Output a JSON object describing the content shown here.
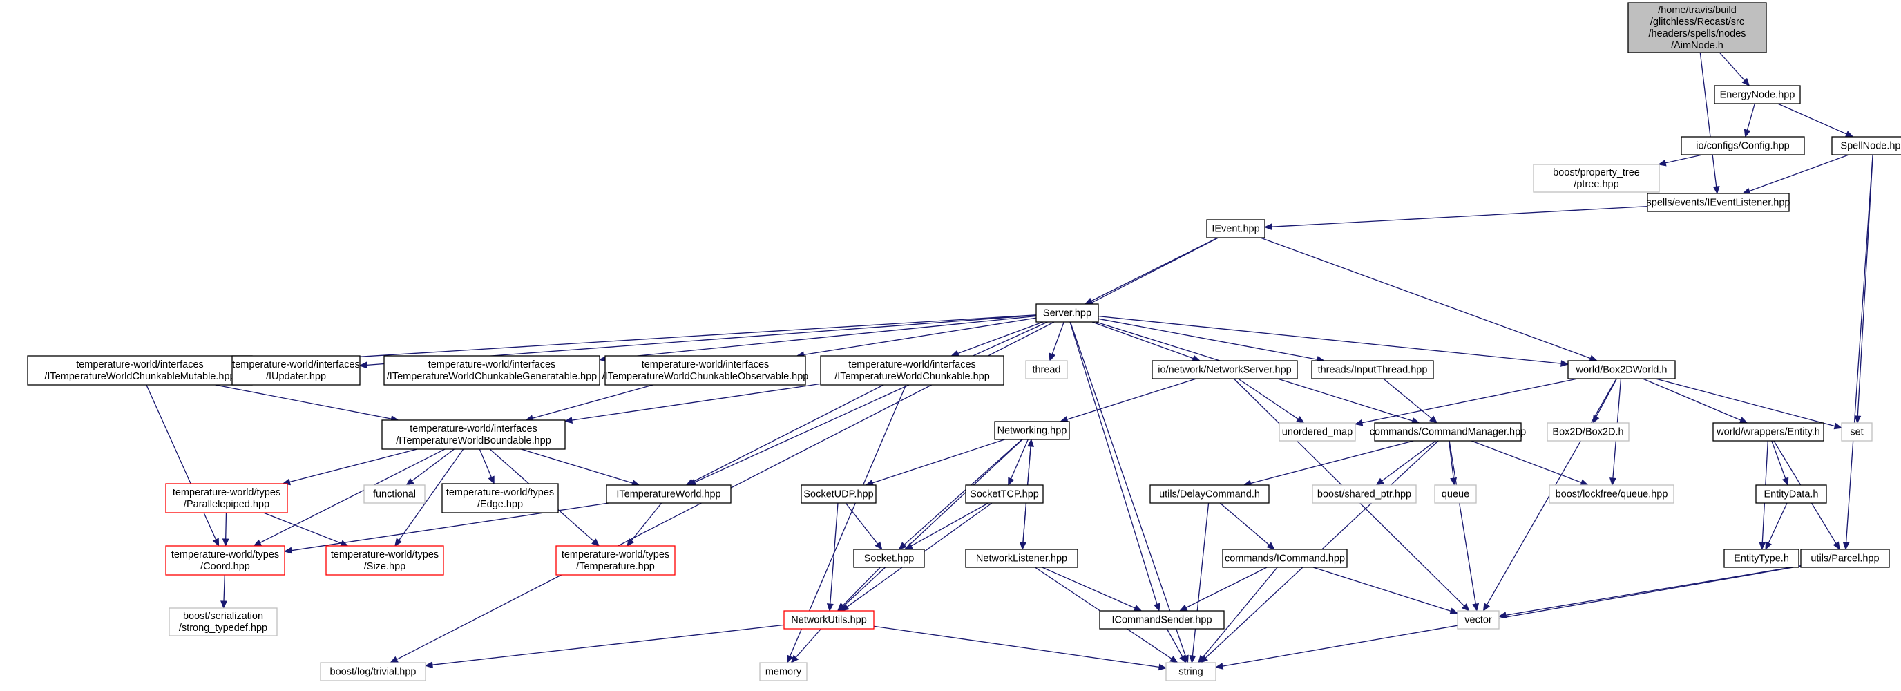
{
  "nodes": [
    {
      "id": "aimnode",
      "kind": "root",
      "lines": [
        "/home/travis/build",
        "/glitchless/Recast/src",
        "/headers/spells/nodes",
        "/AimNode.h"
      ]
    },
    {
      "id": "energynode",
      "kind": "normal",
      "lines": [
        "EnergyNode.hpp"
      ]
    },
    {
      "id": "config",
      "kind": "normal",
      "lines": [
        "io/configs/Config.hpp"
      ]
    },
    {
      "id": "spellnode",
      "kind": "normal",
      "lines": [
        "SpellNode.hpp"
      ]
    },
    {
      "id": "ptree",
      "kind": "system",
      "lines": [
        "boost/property_tree",
        "/ptree.hpp"
      ]
    },
    {
      "id": "ieventlistener",
      "kind": "normal",
      "lines": [
        "spells/events/IEventListener.hpp"
      ]
    },
    {
      "id": "ievent",
      "kind": "normal",
      "lines": [
        "IEvent.hpp"
      ]
    },
    {
      "id": "server",
      "kind": "normal",
      "lines": [
        "Server.hpp"
      ]
    },
    {
      "id": "chunkmutable",
      "kind": "normal",
      "lines": [
        "temperature-world/interfaces",
        "/ITemperatureWorldChunkableMutable.hpp"
      ]
    },
    {
      "id": "iupdater",
      "kind": "normal",
      "lines": [
        "temperature-world/interfaces",
        "/IUpdater.hpp"
      ]
    },
    {
      "id": "chunkgen",
      "kind": "normal",
      "lines": [
        "temperature-world/interfaces",
        "/ITemperatureWorldChunkableGeneratable.hpp"
      ]
    },
    {
      "id": "chunkobs",
      "kind": "normal",
      "lines": [
        "temperature-world/interfaces",
        "/ITemperatureWorldChunkableObservable.hpp"
      ]
    },
    {
      "id": "chunkable",
      "kind": "normal",
      "lines": [
        "temperature-world/interfaces",
        "/ITemperatureWorldChunkable.hpp"
      ]
    },
    {
      "id": "thread",
      "kind": "system",
      "lines": [
        "thread"
      ]
    },
    {
      "id": "netserver",
      "kind": "normal",
      "lines": [
        "io/network/NetworkServer.hpp"
      ]
    },
    {
      "id": "inputthread",
      "kind": "normal",
      "lines": [
        "threads/InputThread.hpp"
      ]
    },
    {
      "id": "box2dworld",
      "kind": "normal",
      "lines": [
        "world/Box2DWorld.h"
      ]
    },
    {
      "id": "boundable",
      "kind": "normal",
      "lines": [
        "temperature-world/interfaces",
        "/ITemperatureWorldBoundable.hpp"
      ]
    },
    {
      "id": "networking",
      "kind": "normal",
      "lines": [
        "Networking.hpp"
      ]
    },
    {
      "id": "unorderedmap",
      "kind": "system",
      "lines": [
        "unordered_map"
      ]
    },
    {
      "id": "cmdmanager",
      "kind": "normal",
      "lines": [
        "commands/CommandManager.hpp"
      ]
    },
    {
      "id": "box2dh",
      "kind": "system",
      "lines": [
        "Box2D/Box2D.h"
      ]
    },
    {
      "id": "entity",
      "kind": "normal",
      "lines": [
        "world/wrappers/Entity.h"
      ]
    },
    {
      "id": "set",
      "kind": "system",
      "lines": [
        "set"
      ]
    },
    {
      "id": "parallelepiped",
      "kind": "trunc",
      "lines": [
        "temperature-world/types",
        "/Parallelepiped.hpp"
      ]
    },
    {
      "id": "functional",
      "kind": "system",
      "lines": [
        "functional"
      ]
    },
    {
      "id": "edge",
      "kind": "normal",
      "lines": [
        "temperature-world/types",
        "/Edge.hpp"
      ]
    },
    {
      "id": "itworld",
      "kind": "normal",
      "lines": [
        "ITemperatureWorld.hpp"
      ]
    },
    {
      "id": "socketudp",
      "kind": "normal",
      "lines": [
        "SocketUDP.hpp"
      ]
    },
    {
      "id": "sockettcp",
      "kind": "normal",
      "lines": [
        "SocketTCP.hpp"
      ]
    },
    {
      "id": "delaycmd",
      "kind": "normal",
      "lines": [
        "utils/DelayCommand.h"
      ]
    },
    {
      "id": "sharedptr",
      "kind": "system",
      "lines": [
        "boost/shared_ptr.hpp"
      ]
    },
    {
      "id": "queue",
      "kind": "system",
      "lines": [
        "queue"
      ]
    },
    {
      "id": "lockfree",
      "kind": "system",
      "lines": [
        "boost/lockfree/queue.hpp"
      ]
    },
    {
      "id": "entitydata",
      "kind": "normal",
      "lines": [
        "EntityData.h"
      ]
    },
    {
      "id": "coord",
      "kind": "trunc",
      "lines": [
        "temperature-world/types",
        "/Coord.hpp"
      ]
    },
    {
      "id": "size",
      "kind": "trunc",
      "lines": [
        "temperature-world/types",
        "/Size.hpp"
      ]
    },
    {
      "id": "temperature",
      "kind": "trunc",
      "lines": [
        "temperature-world/types",
        "/Temperature.hpp"
      ]
    },
    {
      "id": "sockethpp",
      "kind": "normal",
      "lines": [
        "Socket.hpp"
      ]
    },
    {
      "id": "netlistener",
      "kind": "normal",
      "lines": [
        "NetworkListener.hpp"
      ]
    },
    {
      "id": "icommand",
      "kind": "normal",
      "lines": [
        "commands/ICommand.hpp"
      ]
    },
    {
      "id": "entitytype",
      "kind": "normal",
      "lines": [
        "EntityType.h"
      ]
    },
    {
      "id": "parcel",
      "kind": "normal",
      "lines": [
        "utils/Parcel.hpp"
      ]
    },
    {
      "id": "strongtypedef",
      "kind": "system",
      "lines": [
        "boost/serialization",
        "/strong_typedef.hpp"
      ]
    },
    {
      "id": "netutils",
      "kind": "trunc",
      "lines": [
        "NetworkUtils.hpp"
      ]
    },
    {
      "id": "icmdsender",
      "kind": "normal",
      "lines": [
        "ICommandSender.hpp"
      ]
    },
    {
      "id": "vector",
      "kind": "system",
      "lines": [
        "vector"
      ]
    },
    {
      "id": "trivial",
      "kind": "system",
      "lines": [
        "boost/log/trivial.hpp"
      ]
    },
    {
      "id": "memory",
      "kind": "system",
      "lines": [
        "memory"
      ]
    },
    {
      "id": "string",
      "kind": "system",
      "lines": [
        "string"
      ]
    }
  ],
  "edges": [
    [
      "aimnode",
      "energynode"
    ],
    [
      "aimnode",
      "ieventlistener"
    ],
    [
      "energynode",
      "config"
    ],
    [
      "energynode",
      "spellnode"
    ],
    [
      "config",
      "ptree"
    ],
    [
      "spellnode",
      "ieventlistener"
    ],
    [
      "spellnode",
      "set"
    ],
    [
      "spellnode",
      "parcel"
    ],
    [
      "ieventlistener",
      "ievent"
    ],
    [
      "ievent",
      "server"
    ],
    [
      "ievent",
      "box2dworld"
    ],
    [
      "ievent",
      "trivial"
    ],
    [
      "server",
      "chunkmutable"
    ],
    [
      "server",
      "iupdater"
    ],
    [
      "server",
      "chunkgen"
    ],
    [
      "server",
      "chunkobs"
    ],
    [
      "server",
      "chunkable"
    ],
    [
      "server",
      "thread"
    ],
    [
      "server",
      "netserver"
    ],
    [
      "server",
      "inputthread"
    ],
    [
      "server",
      "box2dworld"
    ],
    [
      "server",
      "cmdmanager"
    ],
    [
      "server",
      "itworld"
    ],
    [
      "server",
      "icmdsender"
    ],
    [
      "server",
      "string"
    ],
    [
      "chunkmutable",
      "boundable"
    ],
    [
      "chunkmutable",
      "coord"
    ],
    [
      "chunkobs",
      "boundable"
    ],
    [
      "chunkable",
      "boundable"
    ],
    [
      "chunkable",
      "itworld"
    ],
    [
      "chunkable",
      "memory"
    ],
    [
      "netserver",
      "networking"
    ],
    [
      "netserver",
      "unorderedmap"
    ],
    [
      "netserver",
      "vector"
    ],
    [
      "inputthread",
      "cmdmanager"
    ],
    [
      "box2dworld",
      "unorderedmap"
    ],
    [
      "box2dworld",
      "box2dh"
    ],
    [
      "box2dworld",
      "lockfree"
    ],
    [
      "box2dworld",
      "entity"
    ],
    [
      "box2dworld",
      "set"
    ],
    [
      "box2dworld",
      "vector"
    ],
    [
      "boundable",
      "parallelepiped"
    ],
    [
      "boundable",
      "functional"
    ],
    [
      "boundable",
      "edge"
    ],
    [
      "boundable",
      "itworld"
    ],
    [
      "boundable",
      "coord"
    ],
    [
      "boundable",
      "size"
    ],
    [
      "boundable",
      "temperature"
    ],
    [
      "networking",
      "socketudp"
    ],
    [
      "networking",
      "sockettcp"
    ],
    [
      "networking",
      "sockethpp"
    ],
    [
      "networking",
      "netlistener"
    ],
    [
      "networking",
      "netutils"
    ],
    [
      "cmdmanager",
      "delaycmd"
    ],
    [
      "cmdmanager",
      "sharedptr"
    ],
    [
      "cmdmanager",
      "queue"
    ],
    [
      "cmdmanager",
      "lockfree"
    ],
    [
      "cmdmanager",
      "vector"
    ],
    [
      "cmdmanager",
      "string"
    ],
    [
      "entity",
      "entitydata"
    ],
    [
      "entity",
      "entitytype"
    ],
    [
      "entity",
      "parcel"
    ],
    [
      "parallelepiped",
      "coord"
    ],
    [
      "parallelepiped",
      "size"
    ],
    [
      "itworld",
      "coord"
    ],
    [
      "itworld",
      "temperature"
    ],
    [
      "socketudp",
      "sockethpp"
    ],
    [
      "socketudp",
      "netutils"
    ],
    [
      "sockettcp",
      "sockethpp"
    ],
    [
      "sockettcp",
      "netutils"
    ],
    [
      "delaycmd",
      "icommand"
    ],
    [
      "delaycmd",
      "string"
    ],
    [
      "entitydata",
      "entitytype"
    ],
    [
      "coord",
      "strongtypedef"
    ],
    [
      "sockethpp",
      "netutils"
    ],
    [
      "netlistener",
      "networking"
    ],
    [
      "netlistener",
      "icmdsender"
    ],
    [
      "netlistener",
      "string"
    ],
    [
      "icommand",
      "icmdsender"
    ],
    [
      "icommand",
      "vector"
    ],
    [
      "icommand",
      "string"
    ],
    [
      "parcel",
      "vector"
    ],
    [
      "parcel",
      "string"
    ],
    [
      "netutils",
      "trivial"
    ],
    [
      "netutils",
      "memory"
    ],
    [
      "netutils",
      "string"
    ],
    [
      "icmdsender",
      "string"
    ]
  ]
}
